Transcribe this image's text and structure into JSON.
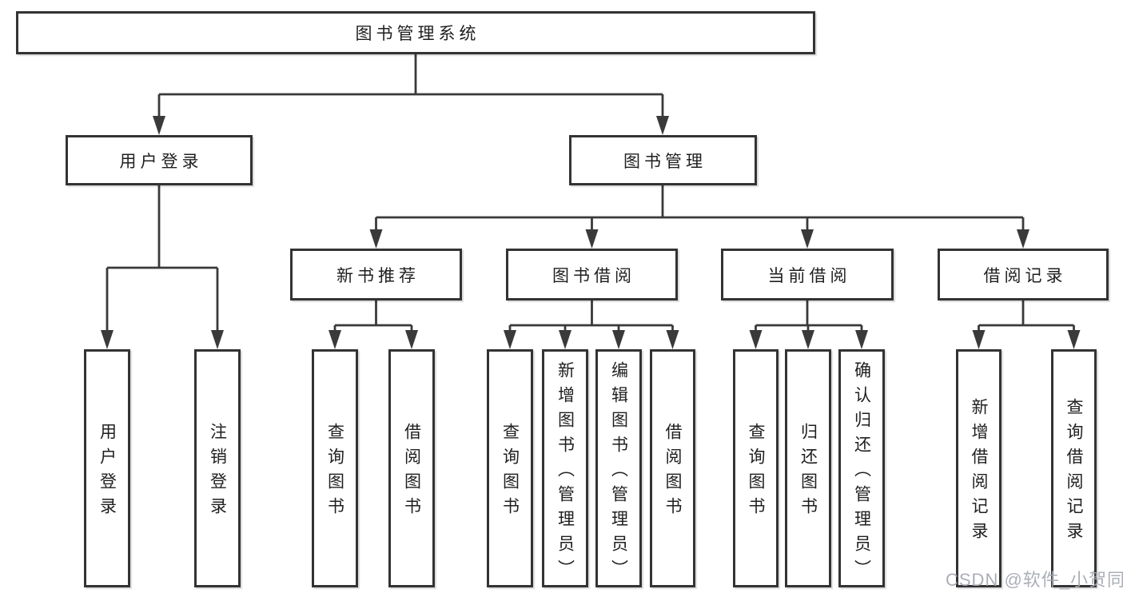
{
  "nodes": {
    "root": "图书管理系统",
    "user_login": "用户登录",
    "book_management": "图书管理",
    "user_login_leaf": "用户登录",
    "logout": "注销登录",
    "new_book_recommendation": "新书推荐",
    "book_borrowing": "图书借阅",
    "current_borrowing": "当前借阅",
    "borrowing_records": "借阅记录",
    "nb_query_books": "查询图书",
    "nb_borrow_books": "借阅图书",
    "bb_query_books": "查询图书",
    "bb_add_books_admin": "新增图书（管理员）",
    "bb_edit_books_admin": "编辑图书（管理员）",
    "bb_borrow_books": "借阅图书",
    "cb_query_books": "查询图书",
    "cb_return_books": "归还图书",
    "cb_confirm_return_admin": "确认归还（管理员）",
    "br_add_record": "新增借阅记录",
    "br_query_record": "查询借阅记录"
  },
  "watermark": "CSDN @软件_小贺同学",
  "colors": {
    "background": "#ffffff",
    "box_fill": "#ffffff",
    "box_border": "#333333",
    "connector": "#3a3a3a",
    "text": "#1f1f1f",
    "watermark": "#a4a8b0"
  }
}
